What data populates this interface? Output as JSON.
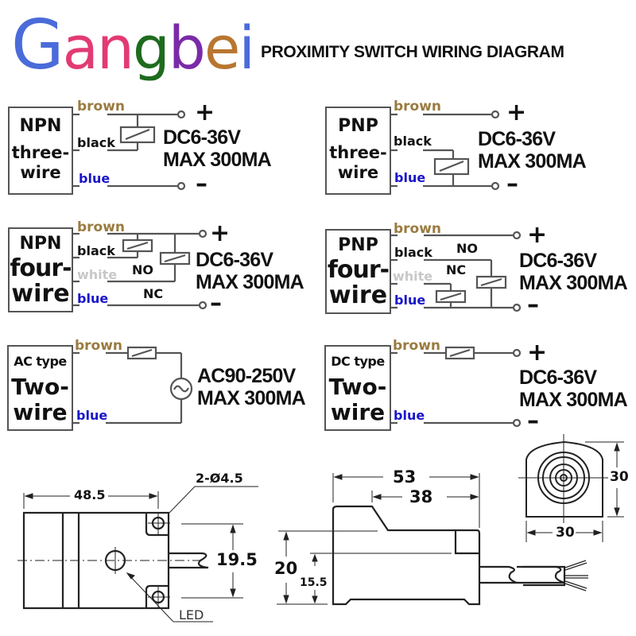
{
  "brand": {
    "logo_letters": [
      {
        "ch": "G",
        "color": "#4a6bd9"
      },
      {
        "ch": "a",
        "color": "#e23a74"
      },
      {
        "ch": "n",
        "color": "#e23a74"
      },
      {
        "ch": "g",
        "color": "#1e6b1e"
      },
      {
        "ch": "b",
        "color": "#7a2aa8"
      },
      {
        "ch": "e",
        "color": "#b87630"
      },
      {
        "ch": "i",
        "color": "#4a6bd9"
      }
    ],
    "logo_text": "Gangbei"
  },
  "header": {
    "title": "PROXIMITY SWITCH WIRING DIAGRAM"
  },
  "wire_colors": {
    "brown": "#9a7b3f",
    "black": "#111111",
    "white": "#c8c8c8",
    "blue": "#1a16c9"
  },
  "wire_labels": {
    "brown": "brown",
    "black": "black",
    "white": "white",
    "blue": "blue"
  },
  "diagrams": [
    {
      "id": "npn-three",
      "type_line": "NPN",
      "line2": "three-",
      "line3": "wire",
      "spec1": "DC6-36V",
      "spec2": "MAX 300MA",
      "plus": "+",
      "minus": "–"
    },
    {
      "id": "pnp-three",
      "type_line": "PNP",
      "line2": "three-",
      "line3": "wire",
      "spec1": "DC6-36V",
      "spec2": "MAX 300MA",
      "plus": "+",
      "minus": "–"
    },
    {
      "id": "npn-four",
      "type_line": "NPN",
      "line2": "four-",
      "line3": "wire",
      "spec1": "DC6-36V",
      "spec2": "MAX 300MA",
      "plus": "+",
      "minus": "–",
      "no": "NO",
      "nc": "NC"
    },
    {
      "id": "pnp-four",
      "type_line": "PNP",
      "line2": "four-",
      "line3": "wire",
      "spec1": "DC6-36V",
      "spec2": "MAX 300MA",
      "plus": "+",
      "minus": "–",
      "no": "NO",
      "nc": "NC"
    },
    {
      "id": "ac-two",
      "type_line": "AC type",
      "line2": "Two-",
      "line3": "wire",
      "spec1": "AC90-250V",
      "spec2": "MAX 300MA",
      "source_icon": "ac-source-icon"
    },
    {
      "id": "dc-two",
      "type_line": "DC type",
      "line2": "Two-",
      "line3": "wire",
      "spec1": "DC6-36V",
      "spec2": "MAX 300MA",
      "plus": "+",
      "minus": "–"
    }
  ],
  "dimensions": {
    "top_view": {
      "length": "48.5",
      "holes": "2-Ø4.5",
      "hole_spacing": "19.5",
      "led_label": "LED"
    },
    "side_view": {
      "length": "53",
      "face_length": "38",
      "height": "20",
      "step_height": "15.5"
    },
    "front_view": {
      "width": "30",
      "height": "30"
    }
  }
}
